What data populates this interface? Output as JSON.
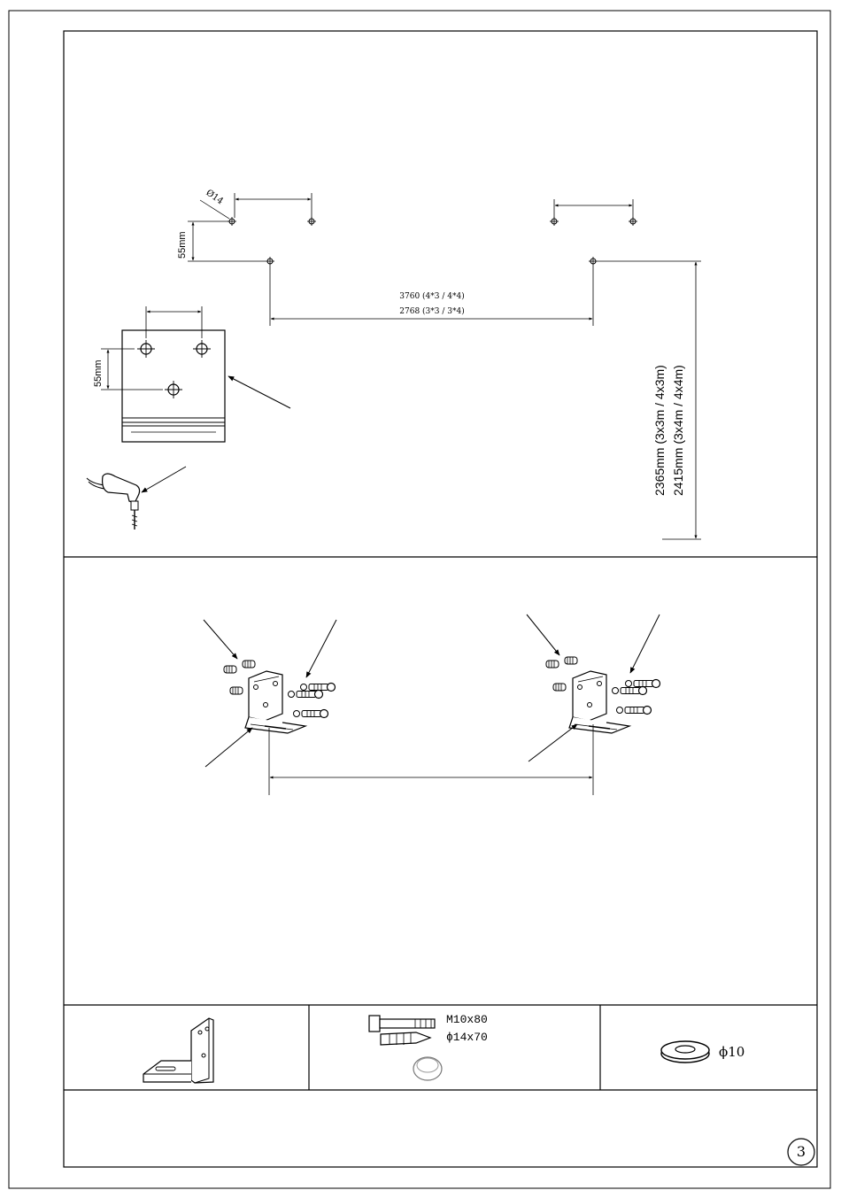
{
  "step1": {
    "hole_diameter": "Ø14",
    "vertical_offset": "55mm",
    "width_4x": "3760 (4*3 / 4*4)",
    "width_3x": "2768 (3*3 / 3*4)",
    "height_3": "2365mm (3x3m / 4x3m)",
    "height_4": "2415mm (3x4m / 4x4m)",
    "plate_offset": "55mm"
  },
  "parts": {
    "bolt_label": "M10x80",
    "anchor_label": "ϕ14x70",
    "washer_label": "ϕ10"
  },
  "page": {
    "number": "3"
  },
  "colors": {
    "line": "#000000",
    "background": "#ffffff"
  }
}
